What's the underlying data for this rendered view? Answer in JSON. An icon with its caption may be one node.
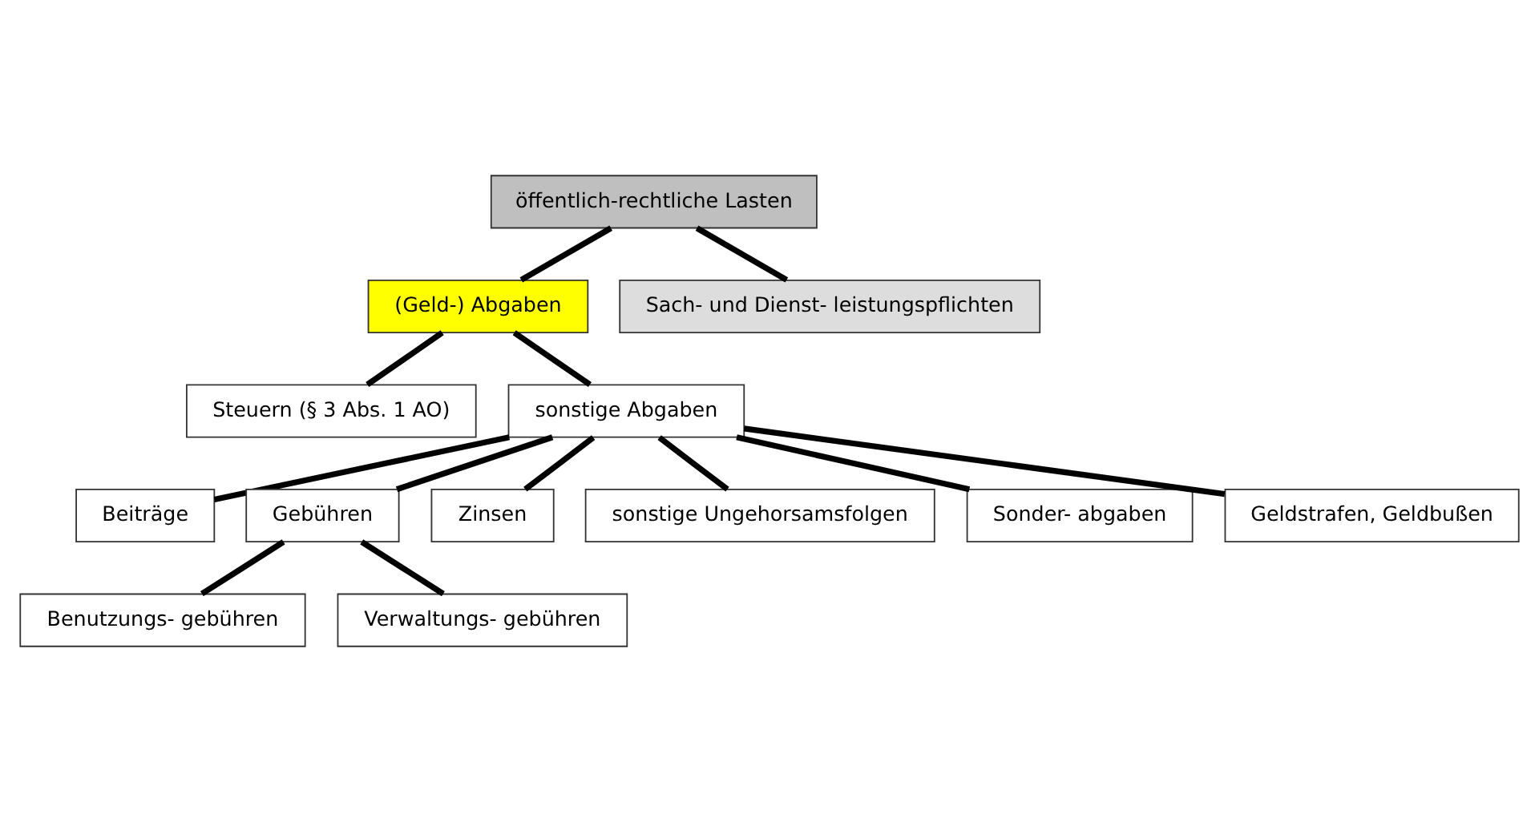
{
  "diagram": {
    "nodes": [
      {
        "text": [
          "öffentlich-rechtliche Lasten"
        ]
      },
      {
        "text": [
          "(Geld-) Abgaben"
        ]
      },
      {
        "text": [
          "Sach- und Dienst- leistungspflichten"
        ]
      },
      {
        "text": [
          "Steuern (§ 3 Abs. 1 AO)"
        ]
      },
      {
        "text": [
          "sonstige Abgaben"
        ]
      },
      {
        "text": [
          "Beiträge"
        ]
      },
      {
        "text": [
          "Gebühren"
        ]
      },
      {
        "text": [
          "Zinsen"
        ]
      },
      {
        "text": [
          "sonstige Ungehorsamsfolgen"
        ]
      },
      {
        "text": [
          "Sonder- abgaben"
        ]
      },
      {
        "text": [
          "Geldstrafen, Geldbußen"
        ]
      },
      {
        "text": [
          "Benutzungs- gebühren"
        ]
      },
      {
        "text": [
          "Verwaltungs- gebühren"
        ]
      }
    ],
    "edges": [
      {
        "from": 0,
        "to": 1,
        "arrow": "none"
      },
      {
        "from": 0,
        "to": 2,
        "arrow": "none"
      },
      {
        "from": 1,
        "to": 3,
        "arrow": "none"
      },
      {
        "from": 1,
        "to": 4,
        "arrow": "none"
      },
      {
        "from": 4,
        "to": 5,
        "arrow": "none"
      },
      {
        "from": 4,
        "to": 6,
        "arrow": "none"
      },
      {
        "from": 4,
        "to": 7,
        "arrow": "none"
      },
      {
        "from": 4,
        "to": 8,
        "arrow": "none"
      },
      {
        "from": 4,
        "to": 9,
        "arrow": "none"
      },
      {
        "from": 4,
        "to": 10,
        "arrow": "none"
      },
      {
        "from": 6,
        "to": 11,
        "arrow": "none"
      },
      {
        "from": 6,
        "to": 12,
        "arrow": "none"
      }
    ]
  }
}
